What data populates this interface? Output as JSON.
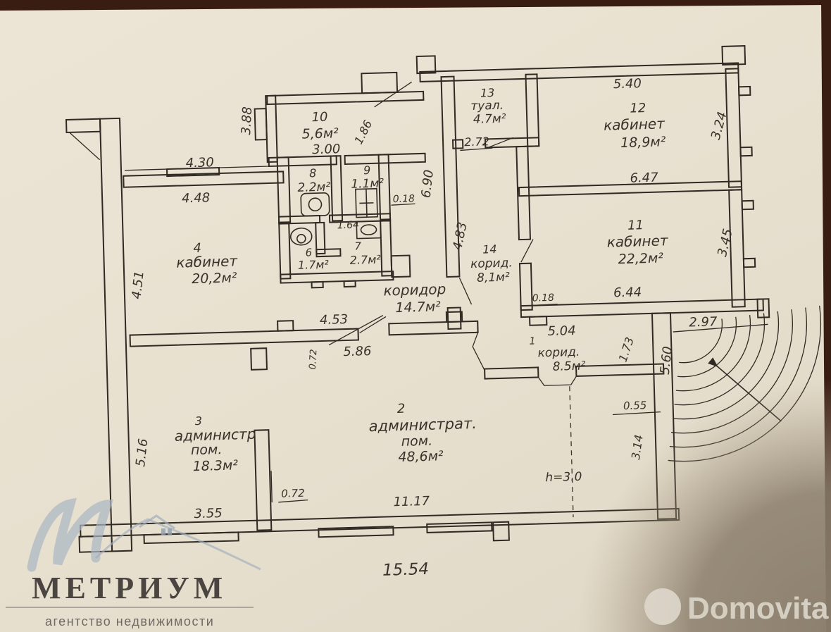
{
  "agency": {
    "name": "МЕТРИУМ",
    "tagline": "агентство недвижимости"
  },
  "watermark": {
    "brand": "Domovita"
  },
  "plan": {
    "rooms": {
      "r1": {
        "num": "1",
        "name": "корид.",
        "area": "8.5м²"
      },
      "r2": {
        "num": "2",
        "name1": "администрат.",
        "name2": "пом.",
        "area": "48,6м²"
      },
      "r3": {
        "num": "3",
        "name1": "администр",
        "name2": "пом.",
        "area": "18.3м²"
      },
      "r4": {
        "num": "4",
        "name": "кабинет",
        "area": "20,2м²"
      },
      "r6": {
        "num": "6",
        "area": "1.7м²"
      },
      "r7": {
        "num": "7",
        "area": "2.7м²"
      },
      "r8": {
        "num": "8",
        "area": "2.2м²"
      },
      "r9": {
        "num": "9",
        "area": "1.1м²"
      },
      "r10": {
        "num": "10",
        "area": "5,6м²"
      },
      "r11": {
        "num": "11",
        "name": "кабинет",
        "area": "22,2м²"
      },
      "r12": {
        "num": "12",
        "name": "кабинет",
        "area": "18,9м²"
      },
      "r13": {
        "num": "13",
        "name": "туал.",
        "area": "4.7м²"
      },
      "r14": {
        "num": "14",
        "name": "корид.",
        "area": "8,1м²"
      },
      "corridor": {
        "name": "коридор",
        "area": "14.7м²"
      }
    },
    "dims": {
      "v388": "3.88",
      "h430": "4.30",
      "h448": "4.48",
      "v451": "4.51",
      "h300": "3.00",
      "v186": "1.86",
      "v690": "6.90",
      "t018": "0.18",
      "h272": "2.72",
      "h540": "5.40",
      "v324": "3.24",
      "h647": "6.47",
      "v345": "3.45",
      "h644": "6.44",
      "b018": "0.18",
      "v483": "4.83",
      "h164": "1.64",
      "h453": "4.53",
      "h586": "5.86",
      "v072": "0.72",
      "h504": "5.04",
      "v173": "1.73",
      "h297": "2.97",
      "v560": "5.60",
      "v516": "5.16",
      "h355": "3.55",
      "b072": "0.72",
      "h1117": "11.17",
      "h055": "0.55",
      "v314": "3.14",
      "height": "h=3.0",
      "h1554": "15.54"
    },
    "colors": {
      "ink": "#2f2a23",
      "paper": "#e9e1d1",
      "logo_blue": "#a9b6c3",
      "shadow": "#8a7d6b"
    }
  }
}
